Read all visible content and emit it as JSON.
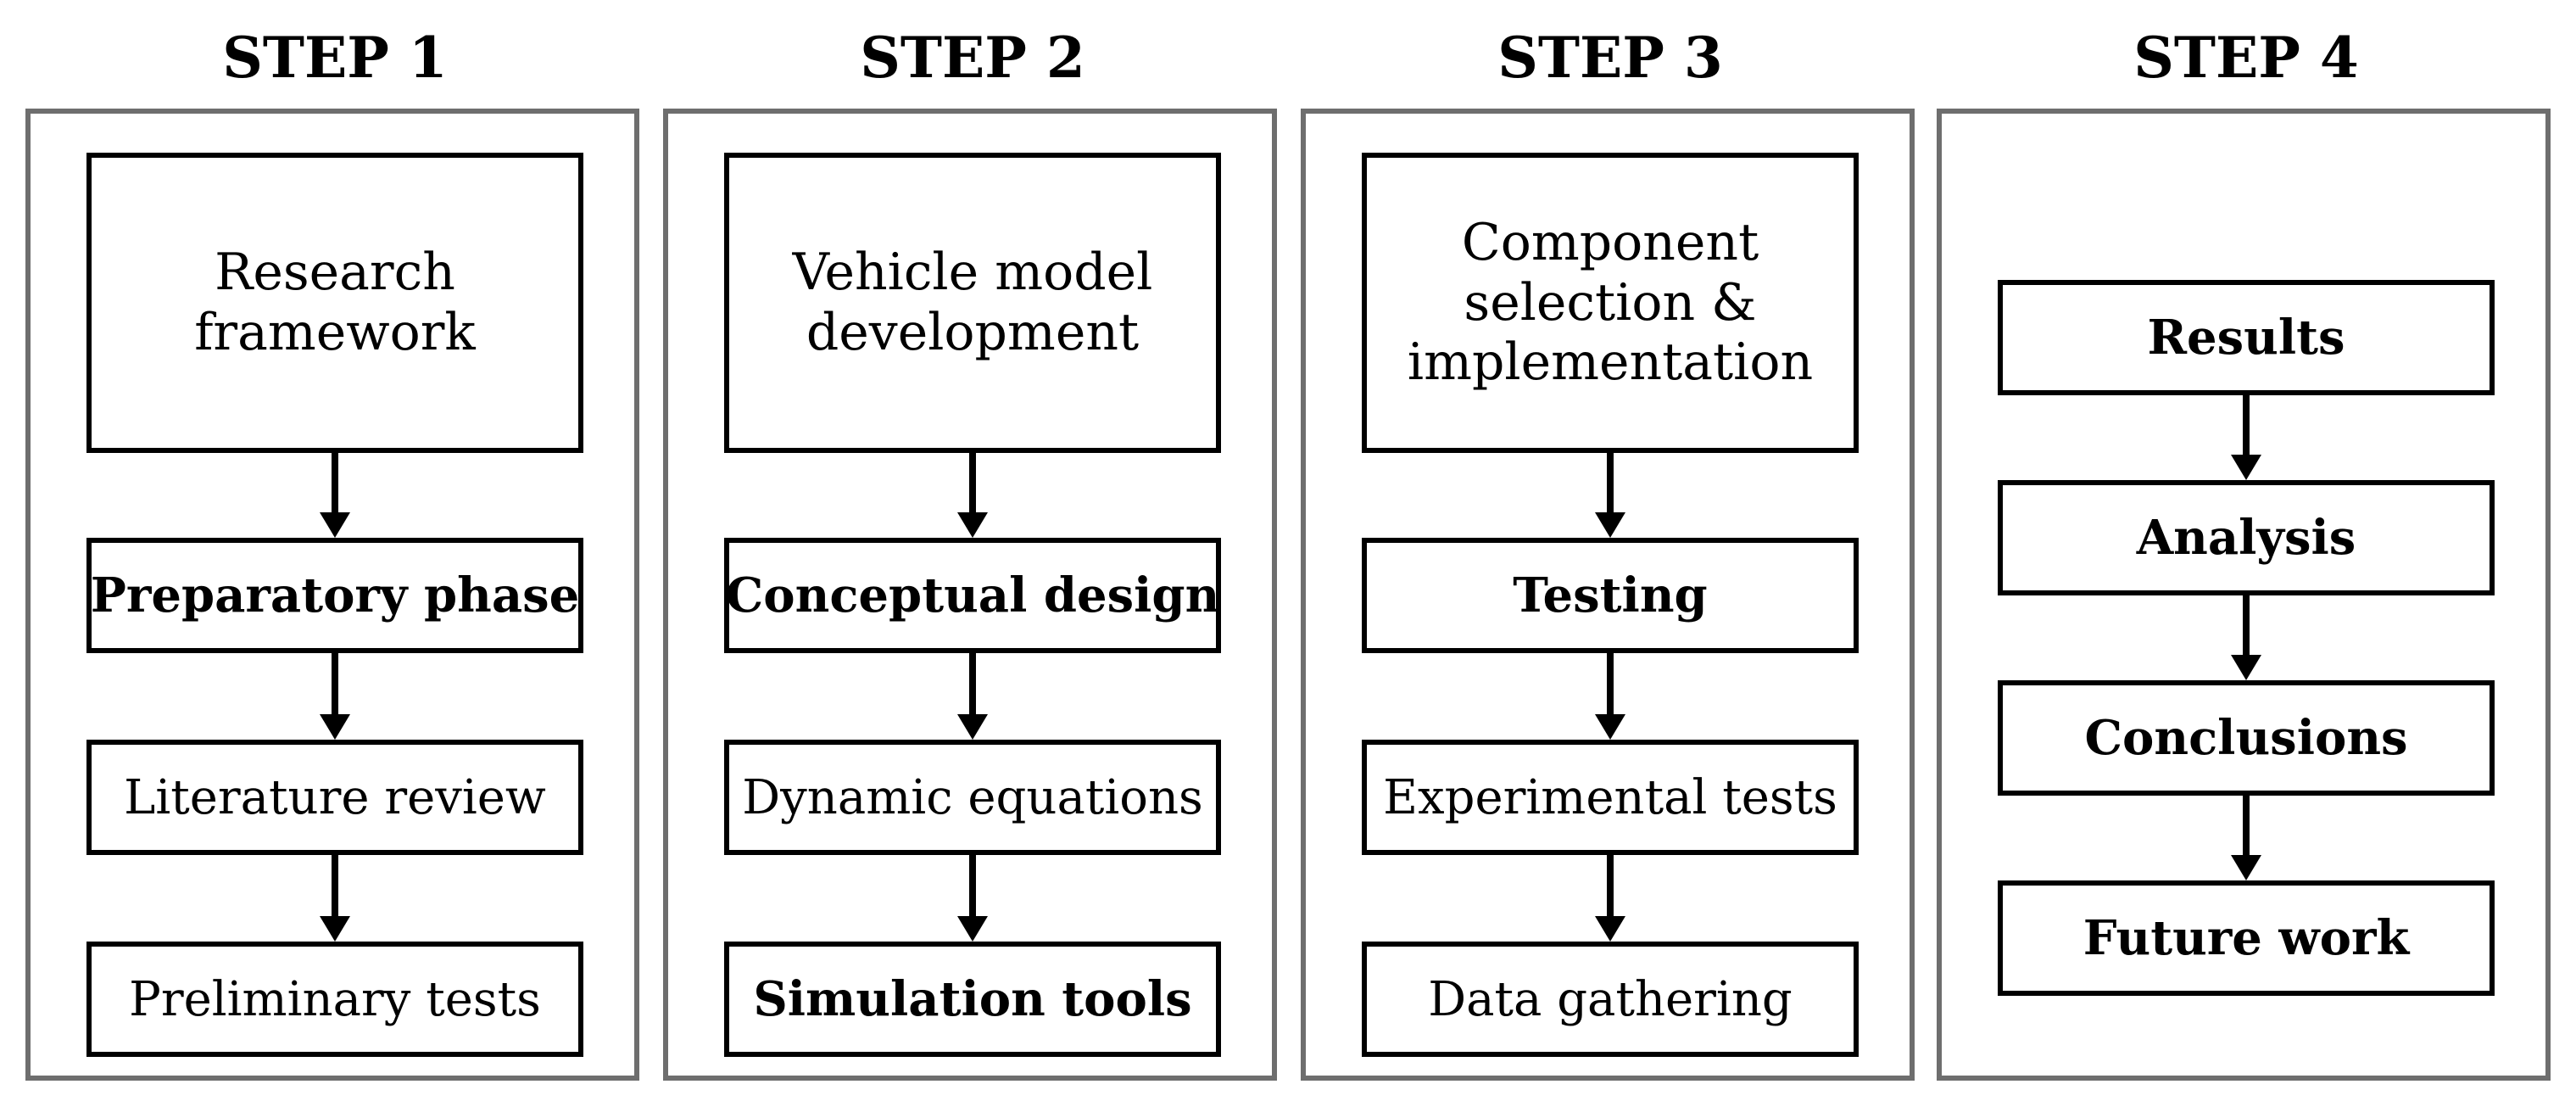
{
  "steps": [
    {
      "title": "STEP 1",
      "header_box": "Research framework",
      "items": [
        {
          "label": "Preparatory phase",
          "bold": true
        },
        {
          "label": "Literature review",
          "bold": false
        },
        {
          "label": "Preliminary tests",
          "bold": false
        }
      ]
    },
    {
      "title": "STEP 2",
      "header_box": "Vehicle model development",
      "items": [
        {
          "label": "Conceptual design",
          "bold": true
        },
        {
          "label": "Dynamic equations",
          "bold": false
        },
        {
          "label": "Simulation tools",
          "bold": true
        }
      ]
    },
    {
      "title": "STEP 3",
      "header_box": "Component selection & implementation",
      "items": [
        {
          "label": "Testing",
          "bold": true
        },
        {
          "label": "Experimental tests",
          "bold": false
        },
        {
          "label": "Data gathering",
          "bold": false
        }
      ]
    },
    {
      "title": "STEP 4",
      "items": [
        {
          "label": "Results",
          "bold": true
        },
        {
          "label": "Analysis",
          "bold": true
        },
        {
          "label": "Conclusions",
          "bold": true
        },
        {
          "label": "Future work",
          "bold": true
        }
      ]
    }
  ]
}
